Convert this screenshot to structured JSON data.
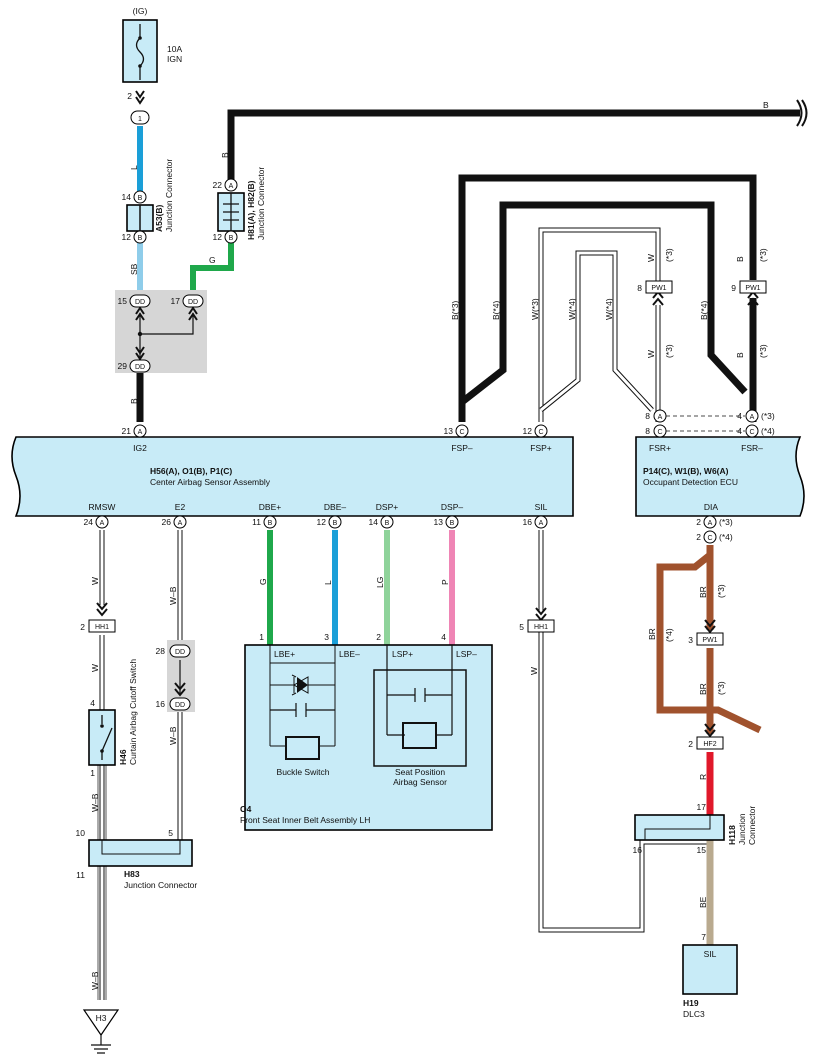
{
  "colors": {
    "component_fill": "#c8ebf7",
    "shield": "#d6d6d6",
    "wire_black": "#111111",
    "wire_blue": "#1a9fd8",
    "wire_light_blue": "#8fcdea",
    "wire_green": "#1fa84b",
    "wire_light_green": "#8fd39a",
    "wire_pink": "#ef85b5",
    "wire_brown": "#a0522d",
    "wire_red": "#e0182a",
    "wire_beige": "#b9aa8f"
  },
  "fuse": {
    "ig_label": "(IG)",
    "rating": "10A",
    "name": "IGN",
    "pin": "2",
    "conn_pin": "1"
  },
  "a53": {
    "title": "A53(B)",
    "subtitle": "Junction Connector",
    "pin_top": "14",
    "pin_bottom": "12",
    "letter": "B"
  },
  "h81": {
    "title": "H81(A), H82(B)",
    "subtitle": "Junction Connector",
    "pin_top": "22",
    "pin_bottom": "12",
    "letter_top": "A",
    "letter_bottom": "B"
  },
  "wires": {
    "L": "L",
    "SB": "SB",
    "G_top": "G",
    "B_top": "B",
    "B_h81": "B",
    "B_dd": "B",
    "B_fsp3": "B(*3)",
    "B_fsp4": "B(*4)",
    "W_fsp3": "W(*3)",
    "W_fsp4a": "W(*4)",
    "W_fsp4b": "W(*4)",
    "W_pw1_top": "W",
    "W_pw1_top_note": "(*3)",
    "W_pw1_bot": "W",
    "W_pw1_bot_note": "(*3)",
    "B_pw1_top": "B",
    "B_pw1_top_note": "(*3)",
    "B_pw1_bot": "B",
    "B_pw1_bot_note": "(*3)",
    "B4_right": "B(*4)",
    "W_rmsw": "W",
    "W_hh1": "W",
    "WB_e2": "W–B",
    "WB_dd": "W–B",
    "WB_h46": "W–B",
    "WB_h3": "W–B",
    "G_dbe": "G",
    "L_dbe": "L",
    "LG_dsp": "LG",
    "P_dsp": "P",
    "W_sil": "W",
    "BR_left": "BR",
    "BR_left_note": "(*4)",
    "BR_top": "BR",
    "BR_top_note": "(*3)",
    "BR_bot": "BR",
    "BR_bot_note": "(*3)",
    "R": "R",
    "BE": "BE"
  },
  "dd_block": {
    "pin_left": "15",
    "pin_right": "17",
    "pin_bottom": "29",
    "label": "DD"
  },
  "dd_block2": {
    "pin_top": "28",
    "pin_bottom": "16",
    "label": "DD"
  },
  "center_sensor": {
    "title": "H56(A), O1(B), P1(C)",
    "name": "Center Airbag Sensor Assembly",
    "top_pins": [
      {
        "num": "21",
        "letter": "A",
        "name": "IG2"
      },
      {
        "num": "13",
        "letter": "C",
        "name": "FSP–"
      },
      {
        "num": "12",
        "letter": "C",
        "name": "FSP+"
      }
    ],
    "bottom_pins": [
      {
        "num": "24",
        "letter": "A",
        "name": "RMSW"
      },
      {
        "num": "26",
        "letter": "A",
        "name": "E2"
      },
      {
        "num": "11",
        "letter": "B",
        "name": "DBE+"
      },
      {
        "num": "12",
        "letter": "B",
        "name": "DBE–"
      },
      {
        "num": "14",
        "letter": "B",
        "name": "DSP+"
      },
      {
        "num": "13",
        "letter": "B",
        "name": "DSP–"
      },
      {
        "num": "16",
        "letter": "A",
        "name": "SIL"
      }
    ]
  },
  "ecu": {
    "title": "P14(C), W1(B), W6(A)",
    "name": "Occupant Detection ECU",
    "top_pins": [
      {
        "num": "8",
        "letter": "A",
        "name": "FSR+"
      },
      {
        "num": "8",
        "letter": "C",
        "name": "FSR+"
      },
      {
        "num": "4",
        "letter": "A",
        "note": "(*3)",
        "name": "FSR–"
      },
      {
        "num": "4",
        "letter": "C",
        "note": "(*4)",
        "name": "FSR–"
      }
    ],
    "bottom_pins": [
      {
        "num": "2",
        "letter": "A",
        "note": "(*3)",
        "name": "DIA"
      },
      {
        "num": "2",
        "letter": "C",
        "note": "(*4)",
        "name": "DIA"
      }
    ]
  },
  "pw1_left": {
    "pin": "8",
    "name": "PW1"
  },
  "pw1_right": {
    "pin": "9",
    "name": "PW1"
  },
  "pw1_mid": {
    "pin": "3",
    "name": "PW1"
  },
  "hh1_left": {
    "pin": "2",
    "name": "HH1"
  },
  "hh1_right": {
    "pin": "5",
    "name": "HH1"
  },
  "hf2": {
    "pin": "2",
    "name": "HF2"
  },
  "belt": {
    "code": "O4",
    "name": "Front Seat Inner Belt Assembly LH",
    "pins": [
      "1",
      "3",
      "2",
      "4"
    ],
    "terms": [
      "LBE+",
      "LBE–",
      "LSP+",
      "LSP–"
    ],
    "buckle": "Buckle Switch",
    "seat_pos_1": "Seat Position",
    "seat_pos_2": "Airbag Sensor"
  },
  "h46": {
    "code": "H46",
    "name": "Curtain Airbag Cutoff Switch",
    "pin_top": "4",
    "pin_bottom": "1"
  },
  "h83": {
    "code": "H83",
    "name": "Junction Connector",
    "pin_tl": "10",
    "pin_tr": "5",
    "pin_bl": "11"
  },
  "h118": {
    "code": "H118",
    "name_1": "Junction",
    "name_2": "Connector",
    "pin_17": "17",
    "pin_16": "16",
    "pin_15": "15"
  },
  "h19": {
    "code": "H19",
    "name": "DLC3",
    "pin": "7",
    "term": "SIL"
  },
  "h3": {
    "name": "H3"
  }
}
